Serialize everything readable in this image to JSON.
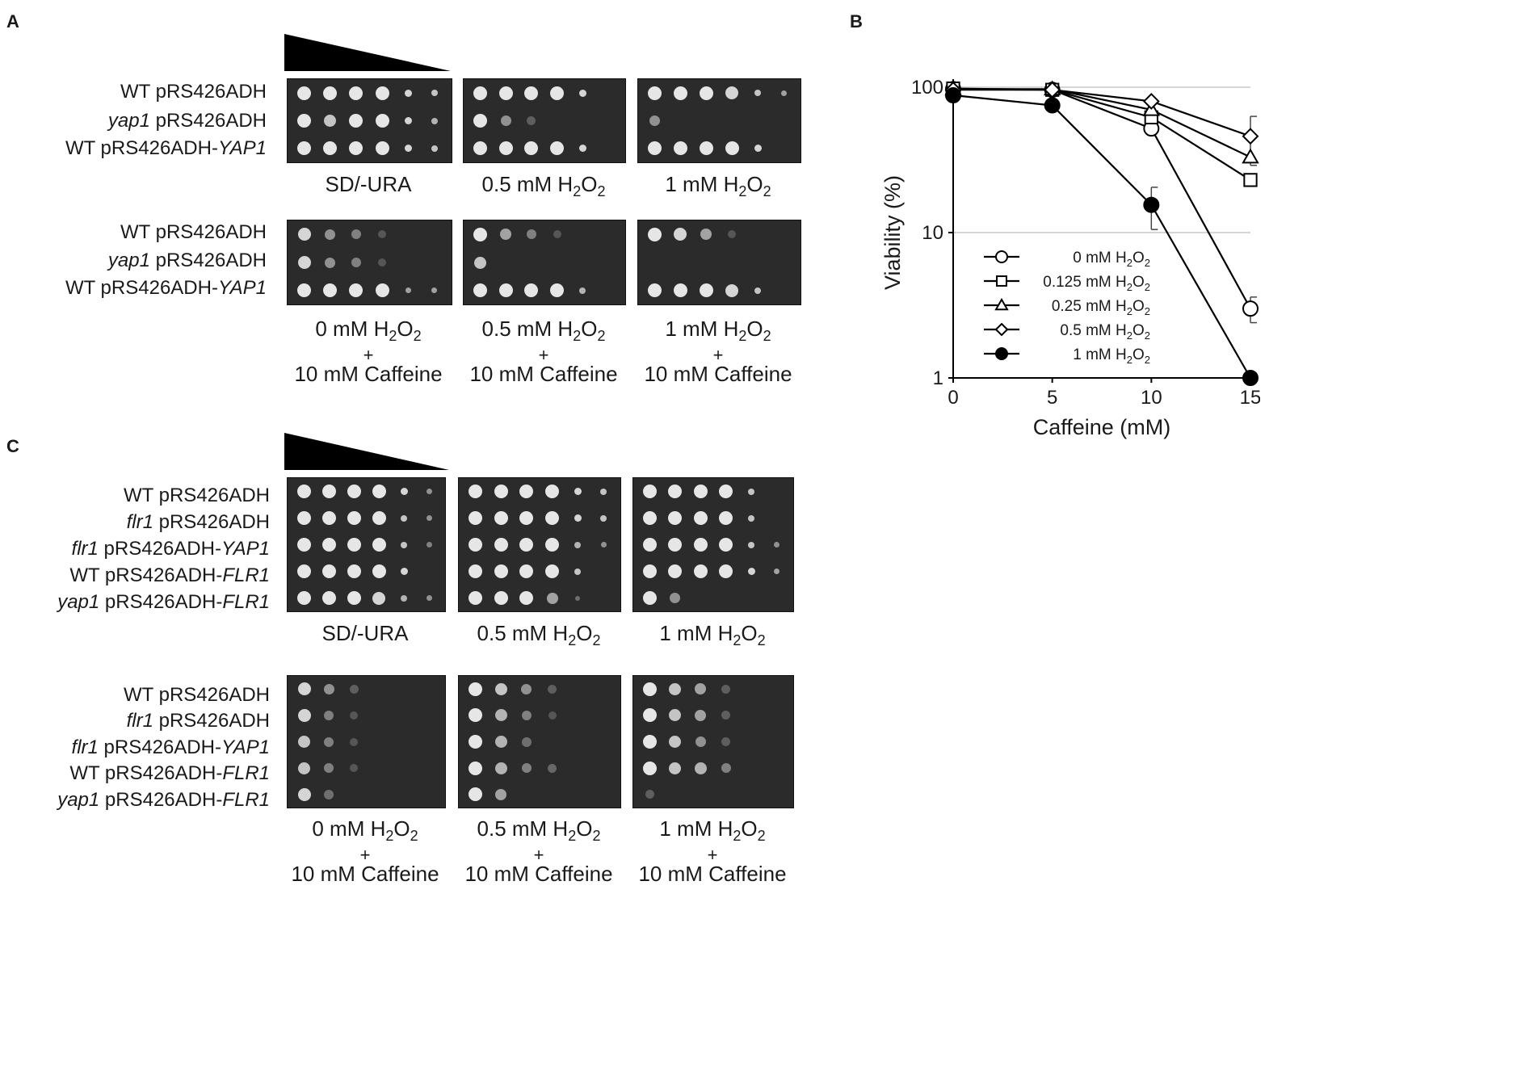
{
  "panels": {
    "a": {
      "letter": "A",
      "strains": [
        {
          "pre": "WT",
          "post": " pRS426ADH",
          "gene": ""
        },
        {
          "pre": "yap1",
          "post": " pRS426ADH",
          "gene": "",
          "italic_pre": true
        },
        {
          "pre": "WT",
          "post": " pRS426ADH-",
          "gene": "YAP1"
        }
      ],
      "top_conditions": [
        {
          "line1": "SD/-URA",
          "line2": "",
          "line3": ""
        },
        {
          "line1": "0.5 mM H",
          "line2": "",
          "line3": ""
        },
        {
          "line1": "1 mM H",
          "line2": "",
          "line3": ""
        }
      ],
      "bottom_conditions": [
        {
          "line1": "0 mM H",
          "plus": "+",
          "line3": "10 mM Caffeine"
        },
        {
          "line1": "0.5 mM H",
          "plus": "+",
          "line3": "10 mM Caffeine"
        },
        {
          "line1": "1 mM H",
          "plus": "+",
          "line3": "10 mM Caffeine"
        }
      ]
    },
    "b": {
      "letter": "B"
    },
    "c": {
      "letter": "C",
      "strains": [
        {
          "pre": "WT",
          "post": " pRS426ADH",
          "gene": ""
        },
        {
          "pre": "flr1",
          "post": " pRS426ADH",
          "gene": "",
          "italic_pre": true
        },
        {
          "pre": "flr1",
          "post": " pRS426ADH-",
          "gene": "YAP1",
          "italic_pre": true
        },
        {
          "pre": "WT",
          "post": " pRS426ADH-",
          "gene": "FLR1"
        },
        {
          "pre": "yap1",
          "post": " pRS426ADH-",
          "gene": "FLR1",
          "italic_pre": true
        }
      ],
      "top_conditions": [
        {
          "line1": "SD/-URA"
        },
        {
          "line1": "0.5 mM H"
        },
        {
          "line1": "1 mM H"
        }
      ],
      "bottom_conditions": [
        {
          "line1": "0 mM H",
          "plus": "+",
          "line3": "10 mM Caffeine"
        },
        {
          "line1": "0.5 mM H",
          "plus": "+",
          "line3": "10 mM Caffeine"
        },
        {
          "line1": "1 mM H",
          "plus": "+",
          "line3": "10 mM Caffeine"
        }
      ]
    }
  },
  "h2o2_sub": "2",
  "h2o2_o": "O",
  "chart_data": {
    "type": "line",
    "xlabel": "Caffeine (mM)",
    "ylabel": "Viability (%)",
    "x": [
      0,
      5,
      10,
      15
    ],
    "xticks": [
      "0",
      "5",
      "10",
      "15"
    ],
    "yticks": [
      "1",
      "10",
      "100"
    ],
    "yscale": "log",
    "ylim": [
      1,
      100
    ],
    "xlim": [
      0,
      15
    ],
    "grid": "horizontal",
    "legend_position": "lower-left",
    "series": [
      {
        "name": "0 mM H2O2",
        "legend_pre": "0 mM H",
        "marker": "open-circle",
        "values": [
          97,
          96,
          52,
          3.0
        ],
        "err": [
          0,
          0,
          0,
          0.6
        ]
      },
      {
        "name": "0.125 mM H2O2",
        "legend_pre": "0.125 mM H",
        "marker": "open-square",
        "values": [
          98,
          96,
          62,
          23
        ],
        "err": [
          0,
          0,
          0,
          0
        ]
      },
      {
        "name": "0.25 mM H2O2",
        "legend_pre": "0.25 mM H",
        "marker": "open-triangle",
        "values": [
          97,
          97,
          70,
          33
        ],
        "err": [
          0,
          0,
          0,
          0
        ]
      },
      {
        "name": "0.5 mM H2O2",
        "legend_pre": "0.5 mM H",
        "marker": "open-diamond",
        "values": [
          96,
          96,
          80,
          46
        ],
        "err": [
          0,
          0,
          0,
          17
        ]
      },
      {
        "name": "1 mM H2O2",
        "legend_pre": "1 mM H",
        "marker": "filled-circle",
        "values": [
          88,
          75,
          15.5,
          1.0
        ],
        "err": [
          0,
          0,
          5,
          0
        ]
      }
    ]
  }
}
